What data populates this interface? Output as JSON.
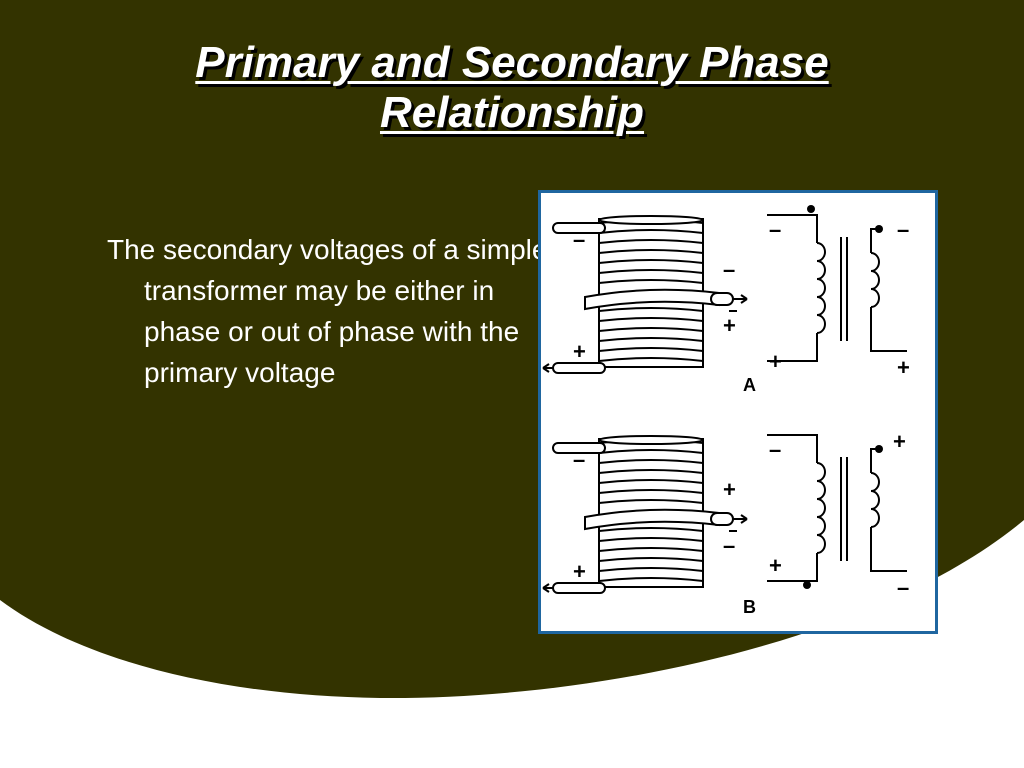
{
  "slide": {
    "title_line1": "Primary and Secondary Phase",
    "title_line2": "Relationship",
    "body": "The secondary voltages of a simple  transformer may be either in phase or out of phase with the primary voltage",
    "colors": {
      "background_curve": "#333300",
      "figure_border": "#1f66a0"
    }
  },
  "diagram": {
    "panel_a": {
      "label": "A",
      "coil_primary_top": "–",
      "coil_primary_bottom": "+",
      "coil_secondary_top": "–",
      "coil_secondary_bottom": "+",
      "schematic_primary_top": "–",
      "schematic_primary_bottom": "+",
      "schematic_secondary_top": "–",
      "schematic_secondary_bottom": "+"
    },
    "panel_b": {
      "label": "B",
      "coil_primary_top": "–",
      "coil_primary_bottom": "+",
      "coil_secondary_top": "+",
      "coil_secondary_bottom": "–",
      "schematic_primary_top": "–",
      "schematic_primary_bottom": "+",
      "schematic_secondary_top": "+",
      "schematic_secondary_bottom": "–"
    }
  }
}
